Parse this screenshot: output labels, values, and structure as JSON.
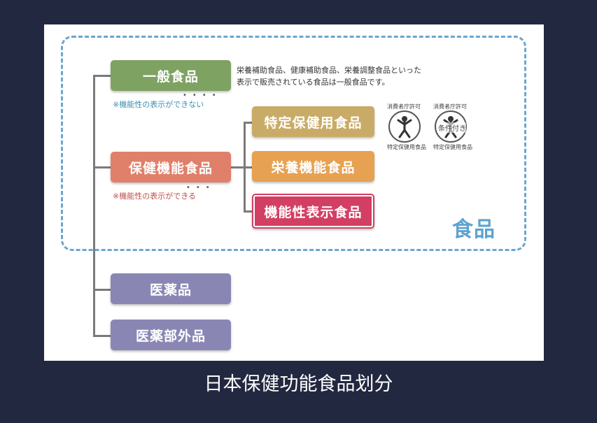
{
  "diagram": {
    "food_label": "食品",
    "general_food": {
      "label": "一般食品",
      "note": "※機能性の表示ができない",
      "description_line1": "栄養補助食品、健康補助食品、栄養調整食品といった",
      "description_line2": "表示で販売されている食品は一般食品です。"
    },
    "health_function_food": {
      "label": "保健機能食品",
      "note": "※機能性の表示ができる"
    },
    "sub_items": [
      {
        "label": "特定保健用食品"
      },
      {
        "label": "栄養機能食品"
      },
      {
        "label": "機能性表示食品"
      }
    ],
    "marks": [
      {
        "top_text": "消費者庁許可",
        "bottom_text": "特定保健用食品",
        "inner_text": ""
      },
      {
        "top_text": "消費者庁許可",
        "bottom_text": "特定保健用食品",
        "inner_text": "条件付き"
      }
    ],
    "pharma": {
      "label": "医薬品"
    },
    "quasi_drug": {
      "label": "医薬部外品"
    },
    "colors": {
      "general": "#7ea262",
      "health": "#e0806a",
      "specified": "#c9ab68",
      "nutrient": "#e7a153",
      "functional": "#d33f63",
      "drug": "#8a86b4",
      "dashed_border": "#6aa7cf"
    }
  },
  "caption": "日本保健功能食品划分"
}
